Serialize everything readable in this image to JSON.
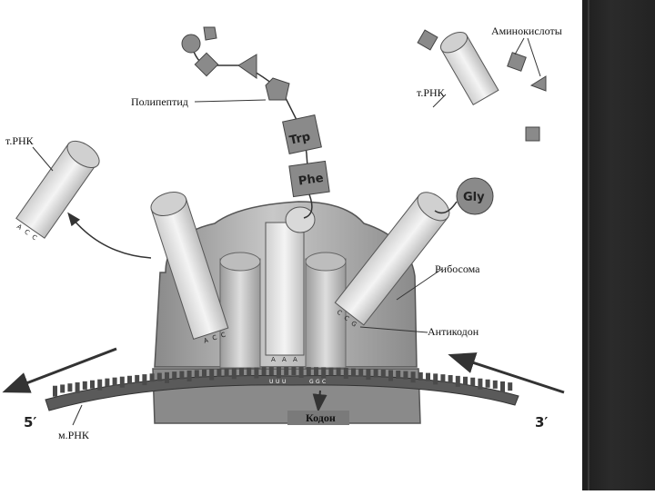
{
  "labels": {
    "amino_acids": "Аминокислоты",
    "trna_top_right": "т.РНК",
    "polypeptide": "Полипептид",
    "trna_left": "т.РНК",
    "ribosome": "Рибосома",
    "anticodon": "Антикодон",
    "codon": "Кодон",
    "mrna": "м.РНК",
    "five_prime": "5′",
    "three_prime": "3′"
  },
  "amino_acid_names": {
    "trp": "Trp",
    "phe": "Phe",
    "gly": "Gly"
  },
  "anticodon_bases": {
    "left_trna": [
      "A",
      "C",
      "C"
    ],
    "middle_trna": [
      "A",
      "A",
      "A"
    ],
    "right_trna": [
      "C",
      "C",
      "G"
    ],
    "exit_trna": [
      "A",
      "C",
      "C"
    ]
  },
  "codon_bases": [
    "U",
    "U",
    "U",
    "G",
    "G",
    "C"
  ],
  "colors": {
    "ribosome": "#8f8f8f",
    "ribosome_light": "#d9d9d9",
    "trna": "#e6e6e6",
    "mrna": "#555555",
    "sidebar": "#262626"
  }
}
